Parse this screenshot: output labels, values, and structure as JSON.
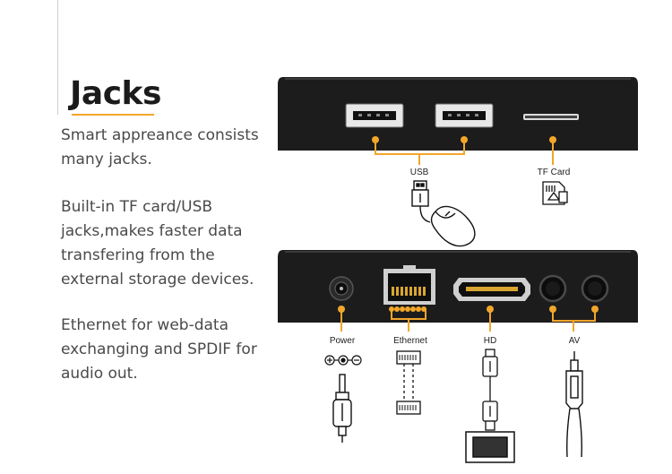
{
  "title": "Jacks",
  "paragraphs": [
    "Smart appreance consists many jacks.",
    "Built-in TF card/USB jacks,makes faster data transfering from the external storage devices.",
    "Ethernet for web-data exchanging and SPDIF for audio out."
  ],
  "ports": {
    "usb": "USB",
    "tf_card": "TF Card",
    "power": "Power",
    "ethernet": "Ethernet",
    "hd": "HD",
    "av": "AV"
  },
  "colors": {
    "accent": "#f2a62a",
    "device": "#1c1c1c"
  },
  "icons": [
    "usb-plug-icon",
    "mouse-icon",
    "sd-card-icon",
    "dc-polarity-icon",
    "dc-plug-icon",
    "ethernet-cable-icon",
    "hdmi-cable-icon",
    "monitor-icon",
    "av-plug-icon"
  ]
}
